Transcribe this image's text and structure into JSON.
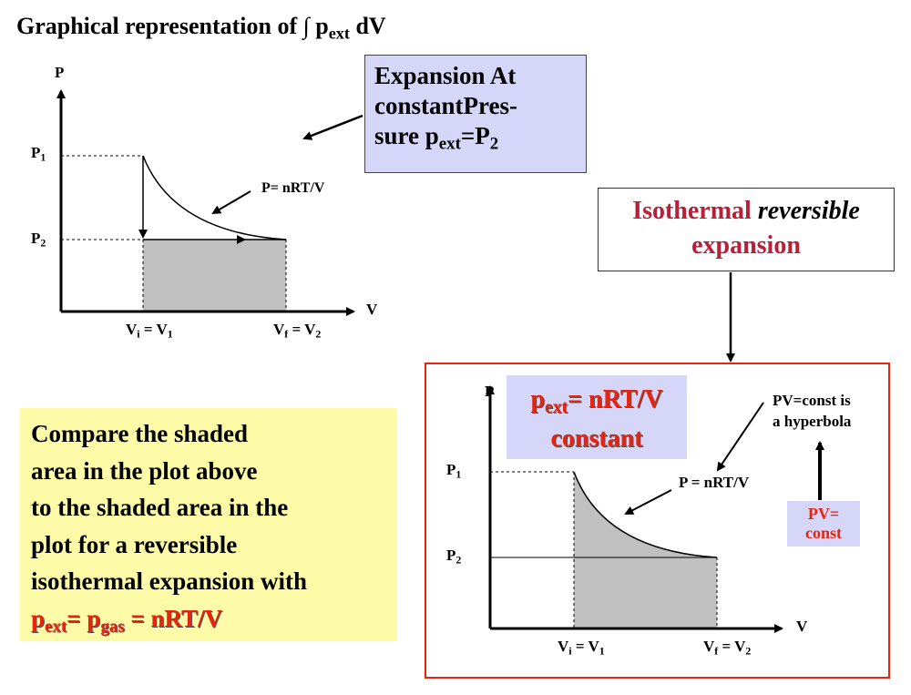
{
  "title": {
    "text": "Graphical representation of ∫ p",
    "sub": "ext",
    "tail": " dV"
  },
  "left_plot": {
    "y_axis": "P",
    "x_axis": "V",
    "p1": "P",
    "p1_sub": "1",
    "p2": "P",
    "p2_sub": "2",
    "vi": "V",
    "vi_sub": "i",
    "vi_eq": " = V",
    "vi_eq_sub": "1",
    "vf": "V",
    "vf_sub": "f",
    "vf_eq": " = V",
    "vf_eq_sub": "2",
    "curve_label": "P= nRT/V"
  },
  "expansion_box": {
    "line1": "Expansion At",
    "line2": "constantPres-",
    "line3": "sure p",
    "sub": "ext",
    "line3_tail": "=P",
    "sub2": "2"
  },
  "isothermal_box": {
    "word1": "Isothermal",
    "word2": "reversible",
    "line2": "expansion"
  },
  "right_plot": {
    "y_axis": "P",
    "x_axis": "V",
    "p1": "P",
    "p1_sub": "1",
    "p2": "P",
    "p2_sub": "2",
    "vi": "V",
    "vi_sub": "i",
    "vi_eq": " = V",
    "vi_eq_sub": "1",
    "vf": "V",
    "vf_sub": "f",
    "vf_eq": " = V",
    "vf_eq_sub": "2",
    "curve_label": "P = nRT/V",
    "pext_box": {
      "p": "p",
      "sub": "ext",
      "eq": "= nRT/V",
      "line2": "constant"
    },
    "hyperbola_note": {
      "line1": "PV=const is",
      "line2": "a hyperbola"
    },
    "pv_box": {
      "line1": "PV=",
      "line2": "const"
    }
  },
  "compare_box": {
    "lines": [
      "Compare the shaded",
      "area in the plot above",
      "to the shaded area in the",
      "plot for a reversible",
      "isothermal expansion with"
    ],
    "formula": {
      "p": "p",
      "sub1": "ext",
      "eq1": "= p",
      "sub2": "gas",
      "eq2": " = nRT/V"
    }
  },
  "colors": {
    "red": "#e8230f",
    "lavender": "#d6d6f8",
    "yellow": "#fefba8",
    "shade": "#c0c0c0",
    "box_border": "#e8230f"
  }
}
